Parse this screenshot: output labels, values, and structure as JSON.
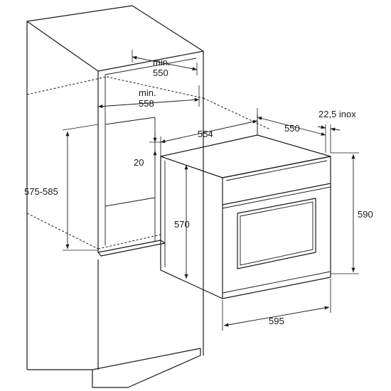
{
  "labels": {
    "min_550_top": "min.",
    "min_550_value": "550",
    "min_558_top": "min.",
    "min_558_value": "558",
    "d554": "554",
    "d550": "550",
    "d22_5": "22,5 inox",
    "d20": "20",
    "d575_585": "575-585",
    "d570": "570",
    "d590": "590",
    "d595": "595"
  },
  "colors": {
    "line": "#1a1a1a",
    "background": "#ffffff"
  }
}
